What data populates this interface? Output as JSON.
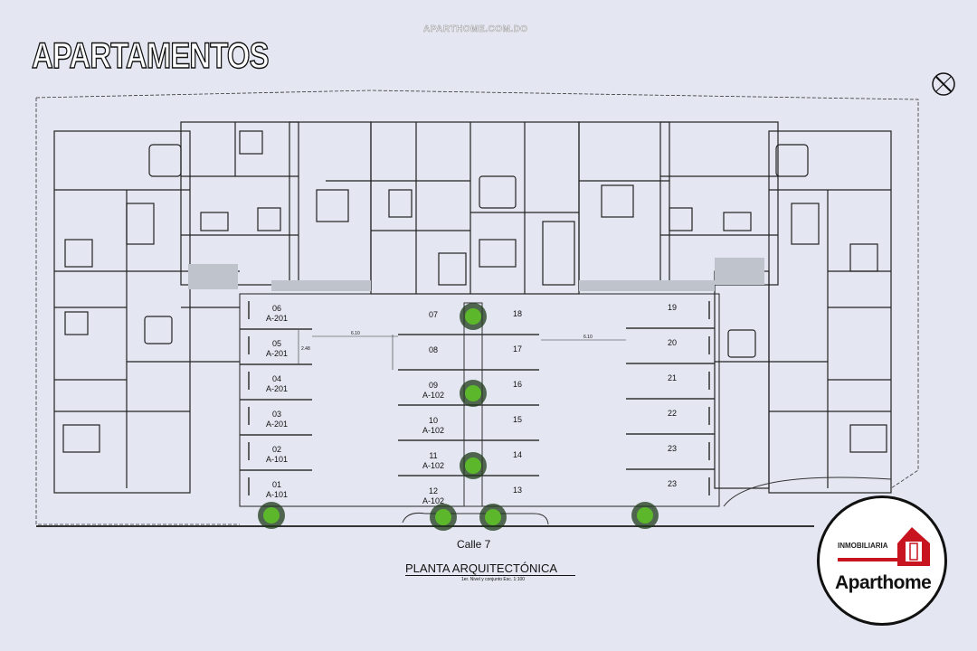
{
  "header": {
    "title": "APARTAMENTOS",
    "watermark": "APARTHOME.COM.DO"
  },
  "plan": {
    "street": "Calle 7",
    "title": "PLANTA ARQUITECTÓNICA",
    "subtitle": "1er. Nivel y conjunto Esc. 1:100",
    "parking": {
      "left_column": [
        {
          "number": "06",
          "unit": "A-201"
        },
        {
          "number": "05",
          "unit": "A-201"
        },
        {
          "number": "04",
          "unit": "A-201"
        },
        {
          "number": "03",
          "unit": "A-201"
        },
        {
          "number": "02",
          "unit": "A-101"
        },
        {
          "number": "01",
          "unit": "A-101"
        }
      ],
      "center_left": [
        {
          "number": "07",
          "unit": ""
        },
        {
          "number": "08",
          "unit": ""
        },
        {
          "number": "09",
          "unit": "A-102"
        },
        {
          "number": "10",
          "unit": "A-102"
        },
        {
          "number": "11",
          "unit": "A-102"
        },
        {
          "number": "12",
          "unit": "A-102"
        }
      ],
      "center_right": [
        "18",
        "17",
        "16",
        "15",
        "14",
        "13"
      ],
      "right_column": [
        "19",
        "20",
        "21",
        "22",
        "23",
        "23"
      ]
    },
    "dimensions": {
      "aisle": "6.10",
      "stall": "2.48"
    }
  },
  "logo": {
    "top_text": "INMOBILIARIA",
    "brand": "Aparthome",
    "accent_color": "#c8141e"
  },
  "colors": {
    "background": "#e4e7f1",
    "lines": "#2a2a2a",
    "vegetation": "#3f9a1c"
  }
}
